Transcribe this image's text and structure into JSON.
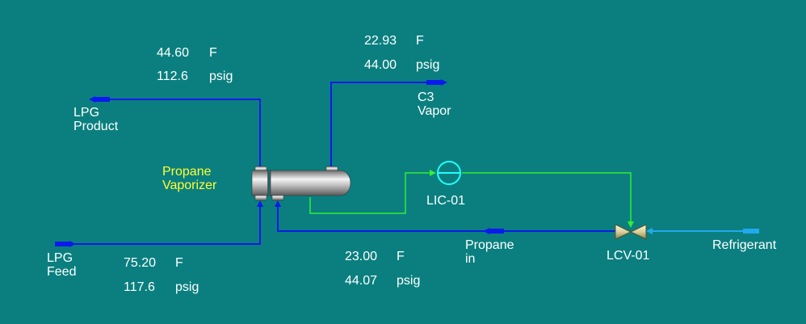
{
  "colors": {
    "background": "#0b7f7f",
    "process_line": "#0a1aee",
    "signal_line": "#33ee33",
    "refrigerant_line": "#22aaee",
    "controller": "#22ffff",
    "vessel_label": "#ffff33",
    "text": "#ffffff"
  },
  "equipment": {
    "vaporizer_label_line1": "Propane",
    "vaporizer_label_line2": "Vaporizer",
    "controller_tag": "LIC-01",
    "valve_tag": "LCV-01"
  },
  "streams": {
    "lpg_product": {
      "line1": "LPG",
      "line2": "Product",
      "temp": "44.60",
      "temp_unit": "F",
      "pressure": "112.6",
      "pressure_unit": "psig"
    },
    "c3_vapor": {
      "line1": "C3",
      "line2": "Vapor",
      "temp": "22.93",
      "temp_unit": "F",
      "pressure": "44.00",
      "pressure_unit": "psig"
    },
    "lpg_feed": {
      "line1": "LPG",
      "line2": "Feed",
      "temp": "75.20",
      "temp_unit": "F",
      "pressure": "117.6",
      "pressure_unit": "psig"
    },
    "propane_in": {
      "line1": "Propane",
      "line2": "in",
      "temp": "23.00",
      "temp_unit": "F",
      "pressure": "44.07",
      "pressure_unit": "psig"
    },
    "refrigerant": {
      "line1": "Refrigerant"
    }
  }
}
